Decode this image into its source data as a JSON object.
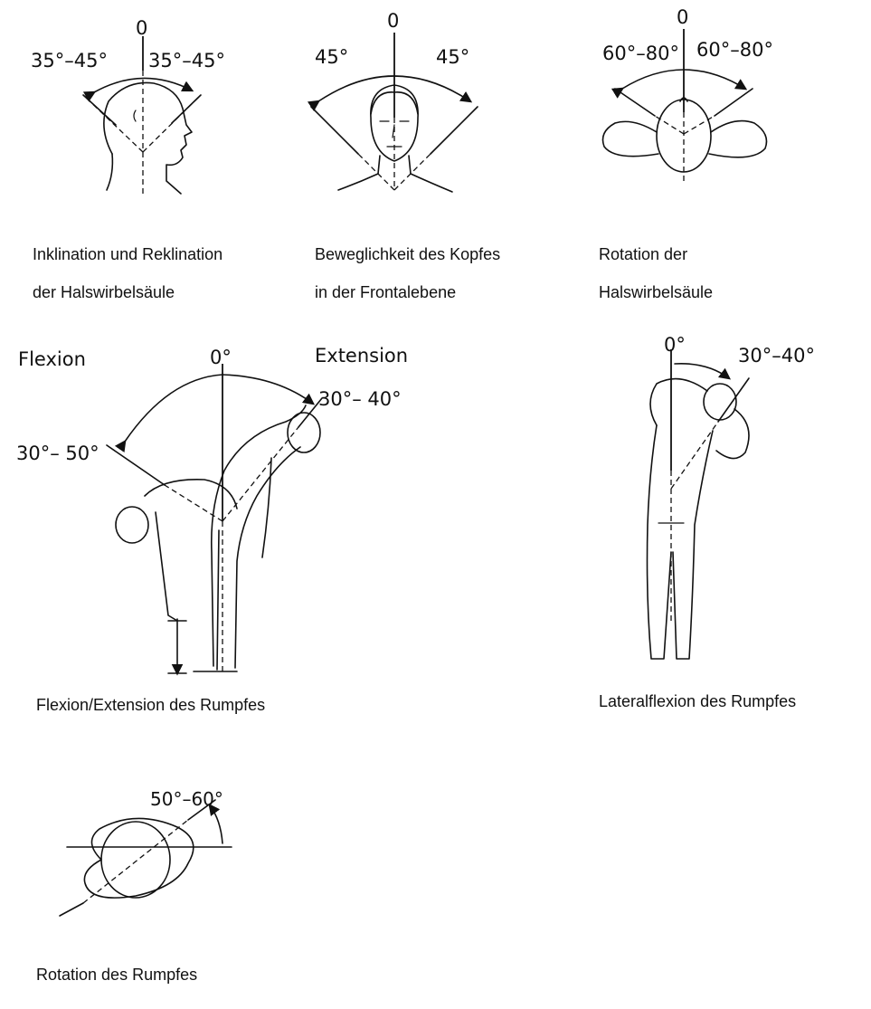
{
  "panels": {
    "neck_flexion": {
      "zero_label": "0",
      "left_label": "35°–45°",
      "right_label": "35°–45°",
      "caption_line1": "Inklination und Reklination",
      "caption_line2": "der Halswirbelsäule"
    },
    "head_frontal": {
      "zero_label": "0",
      "left_label": "45°",
      "right_label": "45°",
      "caption_line1": "Beweglichkeit des Kopfes",
      "caption_line2": "in der Frontalebene"
    },
    "neck_rotation": {
      "zero_label": "0",
      "left_label": "60°–80°",
      "right_label": "60°–80°",
      "caption_line1": "Rotation der",
      "caption_line2": "Halswirbelsäule"
    },
    "trunk_flexion": {
      "flexion_label": "Flexion",
      "zero_label": "0°",
      "extension_label": "Extension",
      "extension_range": "30°– 40°",
      "flexion_range": "30°– 50°",
      "caption": "Flexion/Extension des Rumpfes"
    },
    "trunk_lateral": {
      "zero_label": "0°",
      "range_label": "30°–40°",
      "caption": "Lateralflexion des Rumpfes"
    },
    "trunk_rotation": {
      "range_label": "50°–60°",
      "caption": "Rotation des Rumpfes"
    }
  }
}
